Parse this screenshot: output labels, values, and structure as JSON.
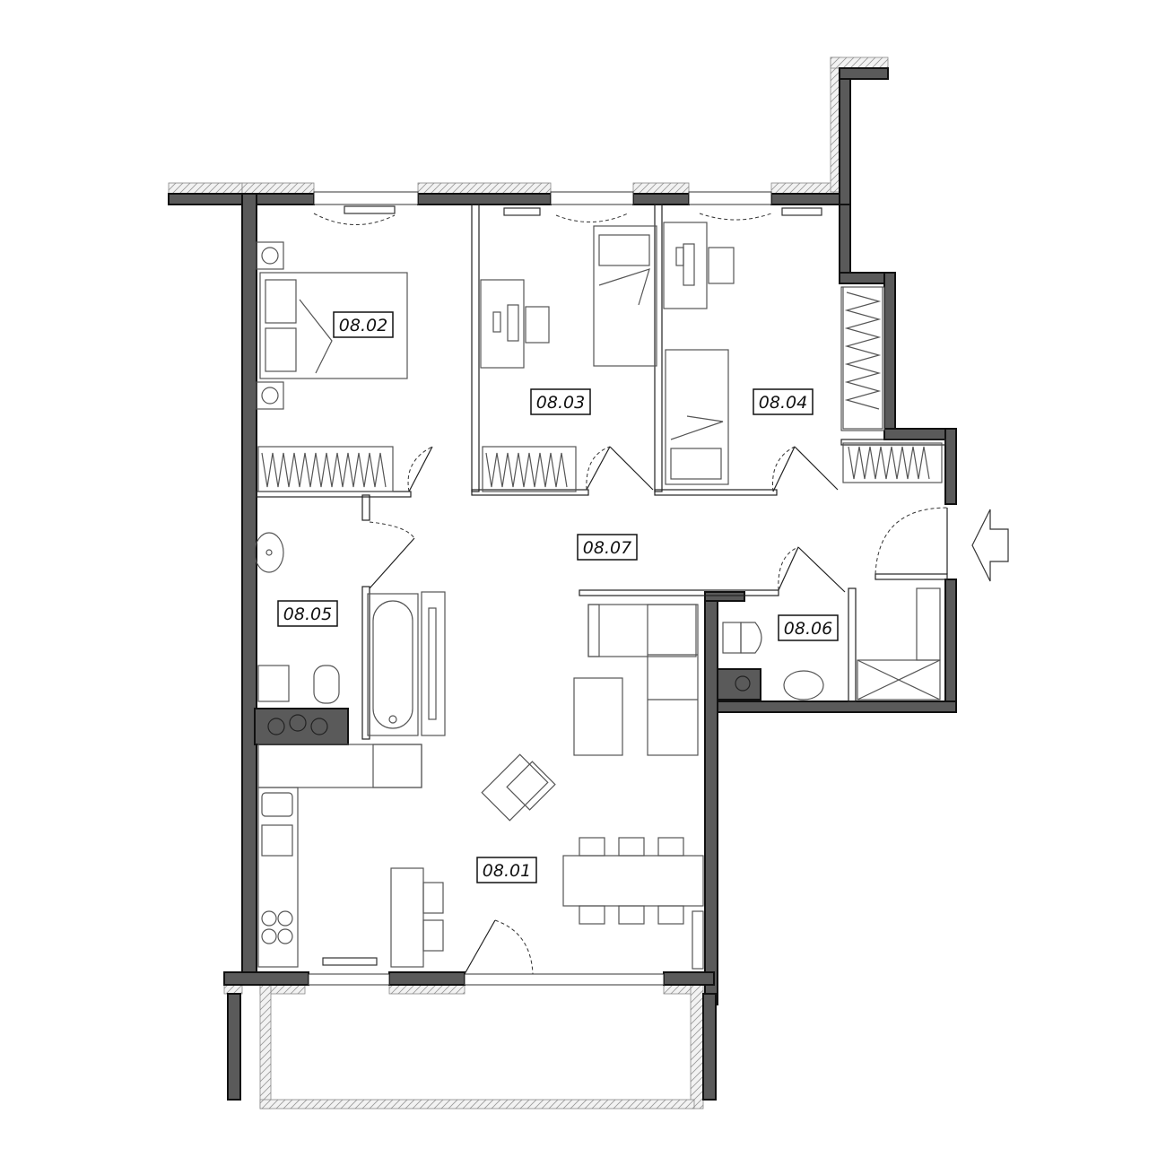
{
  "rooms": [
    {
      "id": "r1",
      "label": "08.01"
    },
    {
      "id": "r2",
      "label": "08.02"
    },
    {
      "id": "r3",
      "label": "08.03"
    },
    {
      "id": "r4",
      "label": "08.04"
    },
    {
      "id": "r5",
      "label": "08.05"
    },
    {
      "id": "r6",
      "label": "08.06"
    },
    {
      "id": "r7",
      "label": "08.07"
    }
  ],
  "colors": {
    "wall": "#5a5a5a",
    "insulation": "#e0e0e0",
    "furniture": "#555555"
  },
  "icons": [
    "entrance-arrow-icon"
  ]
}
